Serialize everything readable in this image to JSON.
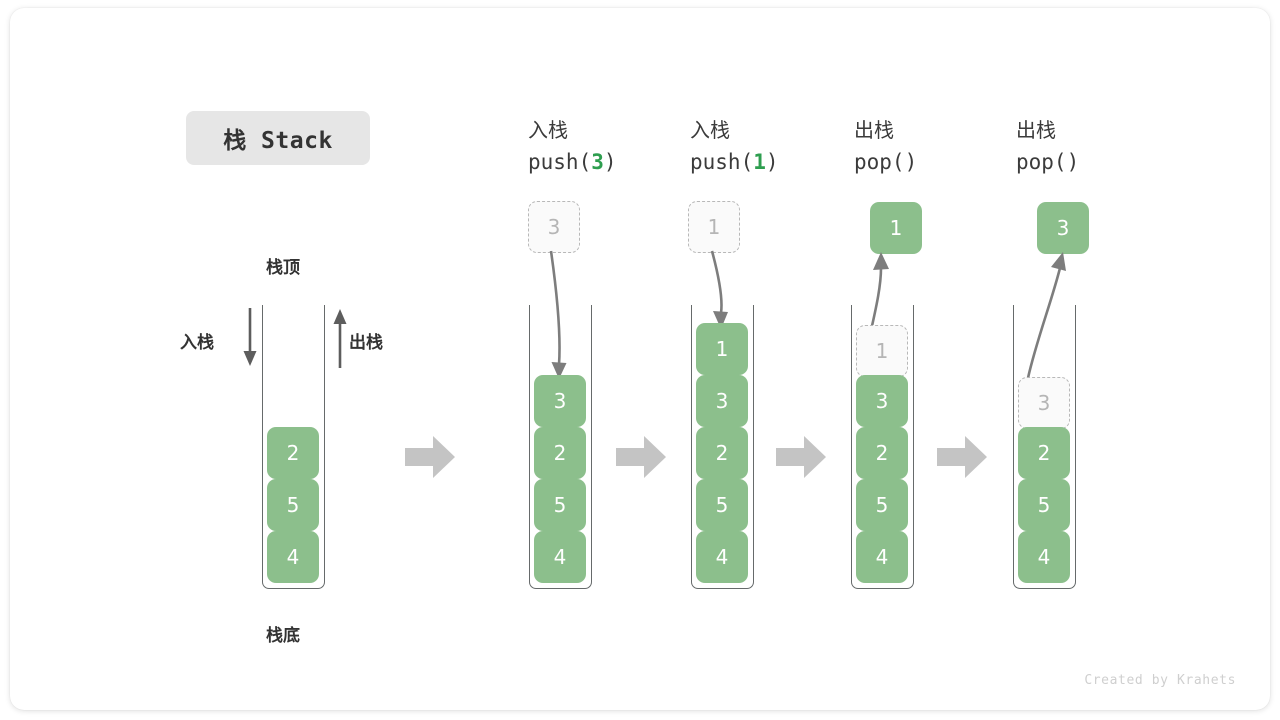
{
  "title_badge": "栈 Stack",
  "labels": {
    "top": "栈顶",
    "bottom": "栈底",
    "push_side": "入栈",
    "pop_side": "出栈"
  },
  "colors": {
    "cell_fill": "#8cbf8c",
    "accent_green": "#2e9e4f",
    "ghost_border": "#b8b8b8",
    "ghost_text": "#b5b5b5",
    "arrow_gray": "#c4c4c4",
    "container_stroke": "#666a6b",
    "badge_bg": "#e6e6e6",
    "text": "#333333"
  },
  "initial_stack": {
    "cells": [
      "2",
      "5",
      "4"
    ]
  },
  "steps": [
    {
      "op_cn": "入栈",
      "op_code_prefix": "push(",
      "op_code_arg": "3",
      "op_code_suffix": ")",
      "incoming_value": "3",
      "cells": [
        "3",
        "2",
        "5",
        "4"
      ]
    },
    {
      "op_cn": "入栈",
      "op_code_prefix": "push(",
      "op_code_arg": "1",
      "op_code_suffix": ")",
      "incoming_value": "1",
      "cells": [
        "1",
        "3",
        "2",
        "5",
        "4"
      ]
    },
    {
      "op_cn": "出栈",
      "op_code_prefix": "pop(",
      "op_code_arg": "",
      "op_code_suffix": ")",
      "outgoing_value": "1",
      "ghost_value": "1",
      "cells": [
        "3",
        "2",
        "5",
        "4"
      ]
    },
    {
      "op_cn": "出栈",
      "op_code_prefix": "pop(",
      "op_code_arg": "",
      "op_code_suffix": ")",
      "outgoing_value": "3",
      "ghost_value": "3",
      "cells": [
        "2",
        "5",
        "4"
      ]
    }
  ],
  "credit": "Created by Krahets"
}
